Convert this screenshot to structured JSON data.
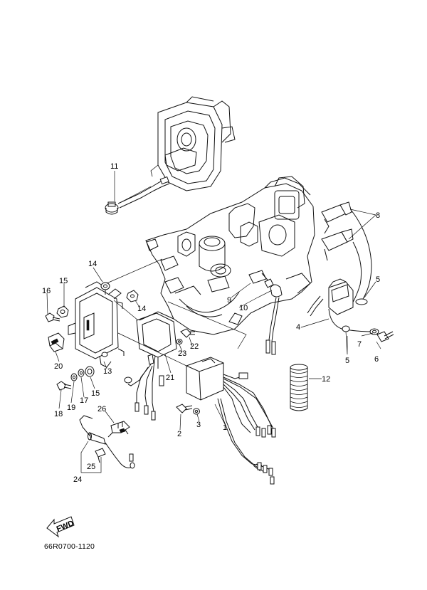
{
  "diagram": {
    "reference_code": "66R0700-1120",
    "fwd_label": "FWD",
    "callouts": [
      "1",
      "2",
      "3",
      "4",
      "5",
      "5",
      "6",
      "7",
      "8",
      "9",
      "10",
      "11",
      "12",
      "13",
      "14",
      "14",
      "15",
      "15",
      "16",
      "17",
      "18",
      "19",
      "20",
      "21",
      "22",
      "23",
      "24",
      "25",
      "26"
    ]
  }
}
